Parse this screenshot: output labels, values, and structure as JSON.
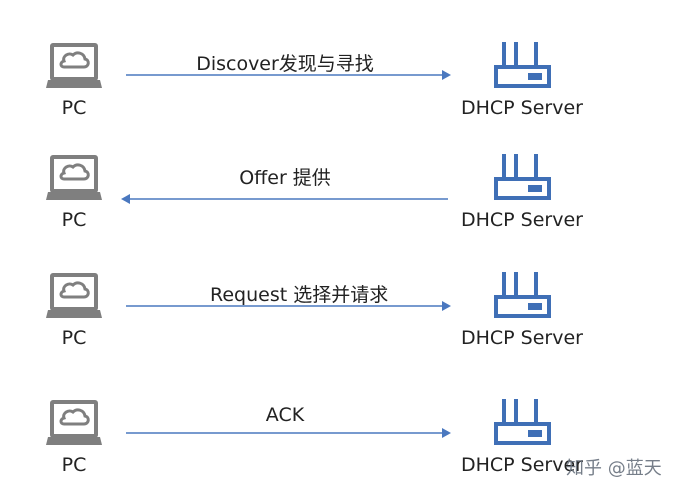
{
  "rows": [
    {
      "left_label": "PC",
      "right_label": "DHCP Server",
      "message": "Discover发现与寻找",
      "direction": "right"
    },
    {
      "left_label": "PC",
      "right_label": "DHCP Server",
      "message": "Offer 提供",
      "direction": "left"
    },
    {
      "left_label": "PC",
      "right_label": "DHCP Server",
      "message": "Request 选择并请求",
      "direction": "right"
    },
    {
      "left_label": "PC",
      "right_label": "DHCP Server",
      "message": "ACK",
      "direction": "right"
    }
  ],
  "watermark": "知乎 @蓝天",
  "icons": {
    "pc": "laptop-cloud-icon",
    "server": "router-icon"
  },
  "colors": {
    "icon_gray": "#7f7f7f",
    "server_blue": "#3f6fb6",
    "arrow_blue": "#4a78bf",
    "text": "#222222"
  }
}
